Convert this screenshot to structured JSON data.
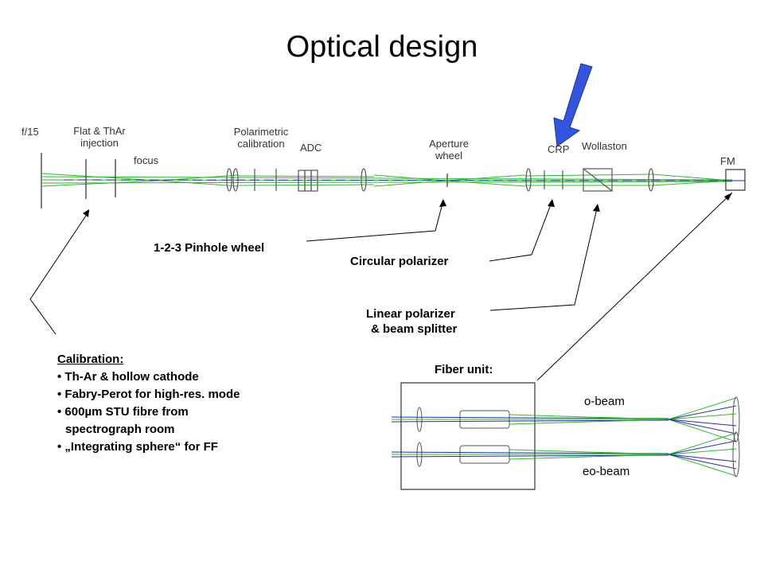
{
  "title": "Optical design",
  "bench_labels": {
    "f15": "f/15",
    "flat_thar_1": "Flat & ThAr",
    "flat_thar_2": "injection",
    "focus": "focus",
    "polcal_1": "Polarimetric",
    "polcal_2": "calibration",
    "adc": "ADC",
    "aperture_1": "Aperture",
    "aperture_2": "wheel",
    "crp": "CRP",
    "wollaston": "Wollaston",
    "fm": "FM"
  },
  "callouts": {
    "pinhole": "1-2-3 Pinhole wheel",
    "circular": "Circular polarizer",
    "linear_1": "Linear polarizer",
    "linear_2": "& beam splitter",
    "fiber_unit": "Fiber unit:"
  },
  "calibration": {
    "heading": "Calibration:",
    "items": [
      "Th-Ar & hollow cathode",
      "Fabry-Perot for high-res. mode",
      "600µm STU fibre from",
      "„Integrating sphere“ for FF"
    ],
    "item3_continuation": "spectrograph room"
  },
  "fiber_beams": {
    "o": "o-beam",
    "eo": "eo-beam"
  },
  "colors": {
    "arrow": "#3355dd",
    "green_rays": "#2db82d",
    "blue_rays": "#2a2aaa"
  }
}
